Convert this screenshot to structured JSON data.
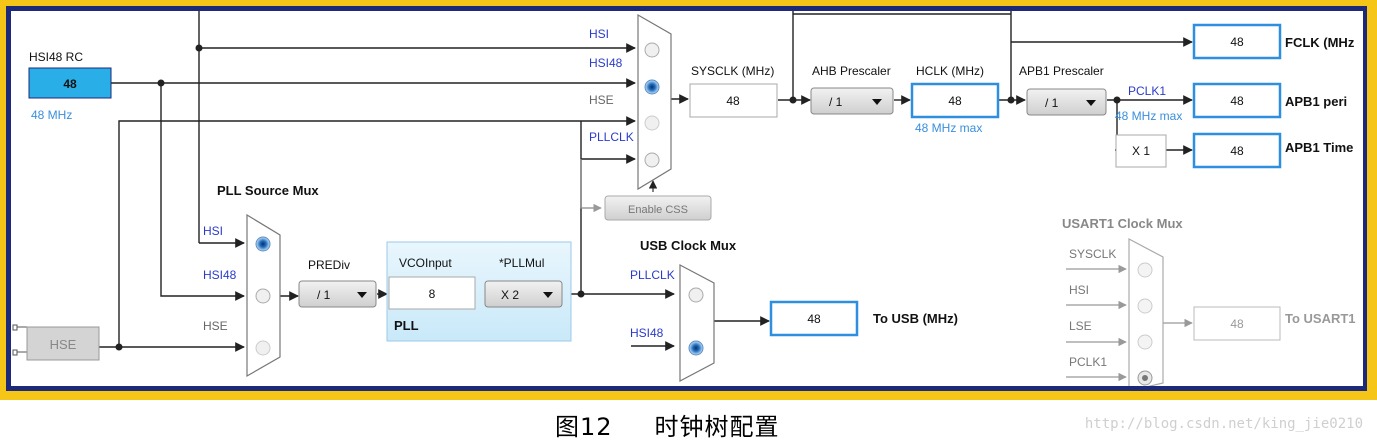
{
  "hsi48_rc": {
    "title": "HSI48 RC",
    "value": "48",
    "freq": "48 MHz"
  },
  "hse": {
    "label": "HSE"
  },
  "sysclk_mux": {
    "inputs": [
      "HSI",
      "HSI48",
      "HSE",
      "PLLCLK"
    ],
    "selected": "HSI48"
  },
  "enable_css": "Enable CSS",
  "sysclk": {
    "label": "SYSCLK (MHz)",
    "value": "48"
  },
  "ahb_prescaler": {
    "label": "AHB Prescaler",
    "value": "/ 1"
  },
  "hclk": {
    "label": "HCLK (MHz)",
    "value": "48",
    "note": "48 MHz max"
  },
  "apb1_prescaler": {
    "label": "APB1 Prescaler",
    "value": "/ 1"
  },
  "pclk1": {
    "label": "PCLK1",
    "note": "48 MHz max"
  },
  "multiplier": "X 1",
  "outputs": {
    "fclk": {
      "value": "48",
      "label": "FCLK (MHz"
    },
    "apb1_peri": {
      "value": "48",
      "label": "APB1 peri"
    },
    "apb1_timer": {
      "value": "48",
      "label": "APB1 Time"
    }
  },
  "pll_source_mux": {
    "title": "PLL Source Mux",
    "inputs": [
      "HSI",
      "HSI48",
      "HSE"
    ],
    "selected": "HSI"
  },
  "prediv": {
    "label": "PREDiv",
    "value": "/ 1"
  },
  "pll": {
    "title": "PLL",
    "vco_label": "VCOInput",
    "vco_value": "8",
    "mul_label": "*PLLMul",
    "mul_value": "X 2"
  },
  "usb_mux": {
    "title": "USB Clock Mux",
    "inputs": [
      "PLLCLK",
      "HSI48"
    ],
    "selected": "HSI48",
    "output_value": "48",
    "output_label": "To USB (MHz)"
  },
  "usart1_mux": {
    "title": "USART1 Clock Mux",
    "inputs": [
      "SYSCLK",
      "HSI",
      "LSE",
      "PCLK1"
    ],
    "selected": "PCLK1",
    "output_value": "48",
    "output_label": "To USART1"
  },
  "caption": {
    "number": "图12",
    "text": "时钟树配置"
  },
  "watermark": "http://blog.csdn.net/king_jie0210",
  "colors": {
    "frame": "#f5c518",
    "border": "#1d2a7a",
    "blue_box": "#2e8fe0",
    "hsi48_fill": "#29aee8",
    "blue_text": "#2b3bc9",
    "light_blue_text": "#3a8fdc"
  }
}
